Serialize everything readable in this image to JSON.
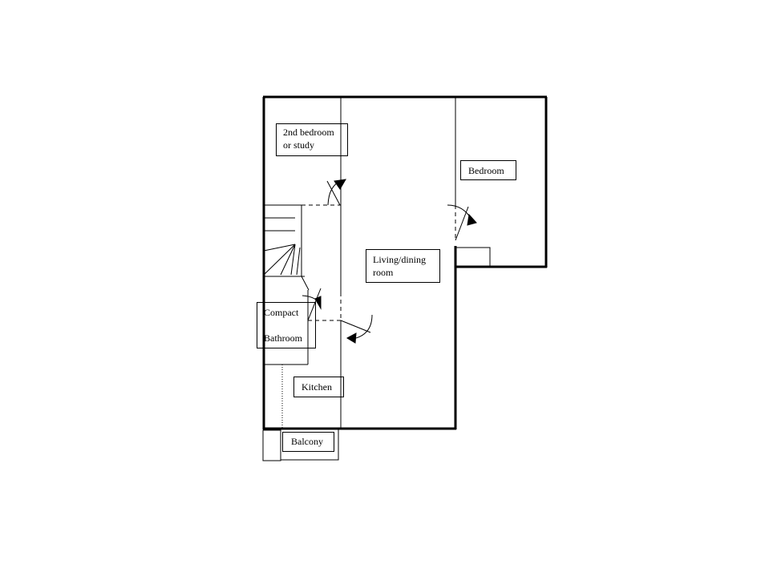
{
  "rooms": {
    "second_bedroom_line1": "2nd bedroom",
    "second_bedroom_line2": "or study",
    "bedroom": "Bedroom",
    "living_line1": "Living/dining",
    "living_line2": "room",
    "bathroom_line1": "Compact",
    "bathroom_line2": "Bathroom",
    "kitchen": "Kitchen",
    "balcony": "Balcony"
  }
}
